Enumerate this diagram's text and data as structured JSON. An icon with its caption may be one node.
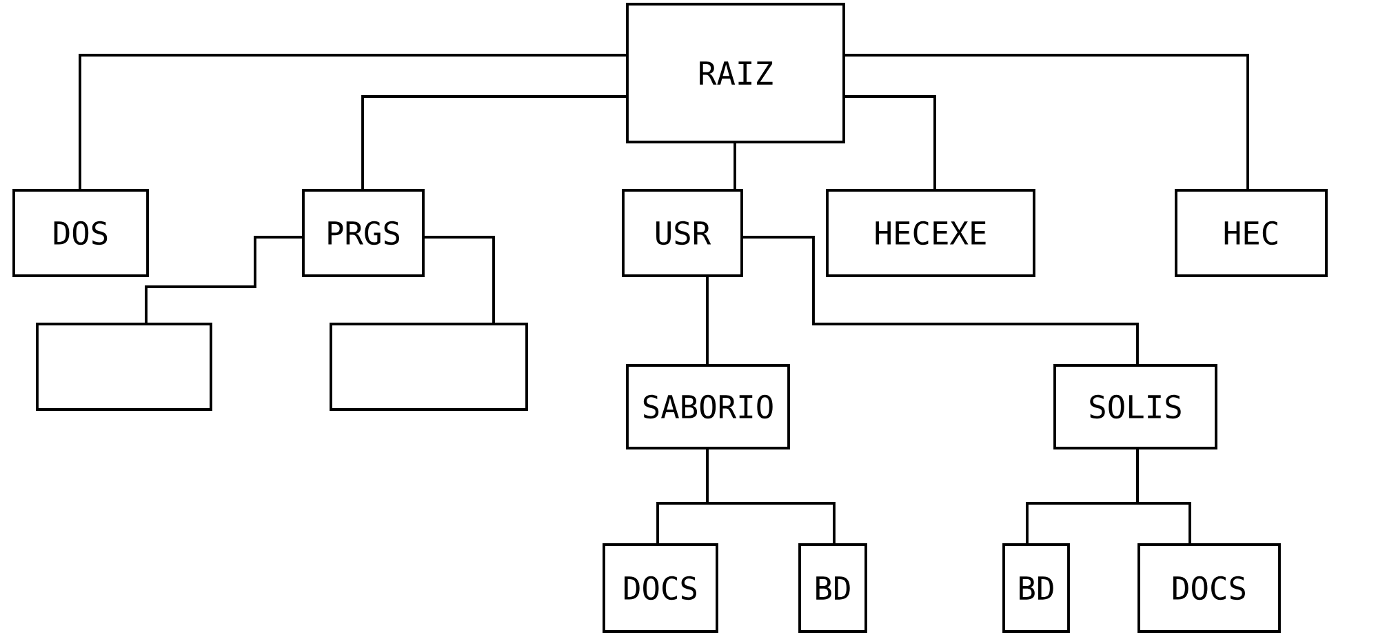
{
  "diagram": {
    "nodes": [
      {
        "text": [
          "RAIZ"
        ]
      },
      {
        "text": [
          "DOS"
        ]
      },
      {
        "text": [
          "PRGS"
        ]
      },
      {
        "text": [
          "USR"
        ]
      },
      {
        "text": [
          "HECEXE"
        ]
      },
      {
        "text": [
          "HEC"
        ]
      },
      {
        "text": [],
        "shape": "box"
      },
      {
        "text": [],
        "shape": "box"
      },
      {
        "text": [
          "SABORIO"
        ]
      },
      {
        "text": [
          "SOLIS"
        ]
      },
      {
        "text": [
          "DOCS"
        ]
      },
      {
        "text": [
          "BD"
        ]
      },
      {
        "text": [
          "BD"
        ]
      },
      {
        "text": [
          "DOCS"
        ]
      }
    ],
    "edges": [
      {
        "from": 0,
        "to": 1,
        "arrow": "none"
      },
      {
        "from": 0,
        "to": 2,
        "arrow": "none"
      },
      {
        "from": 0,
        "to": 3,
        "arrow": "none"
      },
      {
        "from": 0,
        "to": 4,
        "arrow": "none"
      },
      {
        "from": 0,
        "to": 5,
        "arrow": "none"
      },
      {
        "from": 2,
        "to": 6,
        "arrow": "none"
      },
      {
        "from": 2,
        "to": 7,
        "arrow": "none"
      },
      {
        "from": 3,
        "to": 8,
        "arrow": "none"
      },
      {
        "from": 3,
        "to": 9,
        "arrow": "none"
      },
      {
        "from": 8,
        "to": 10,
        "arrow": "none"
      },
      {
        "from": 8,
        "to": 11,
        "arrow": "none"
      },
      {
        "from": 9,
        "to": 12,
        "arrow": "none"
      },
      {
        "from": 9,
        "to": 13,
        "arrow": "none"
      }
    ]
  }
}
